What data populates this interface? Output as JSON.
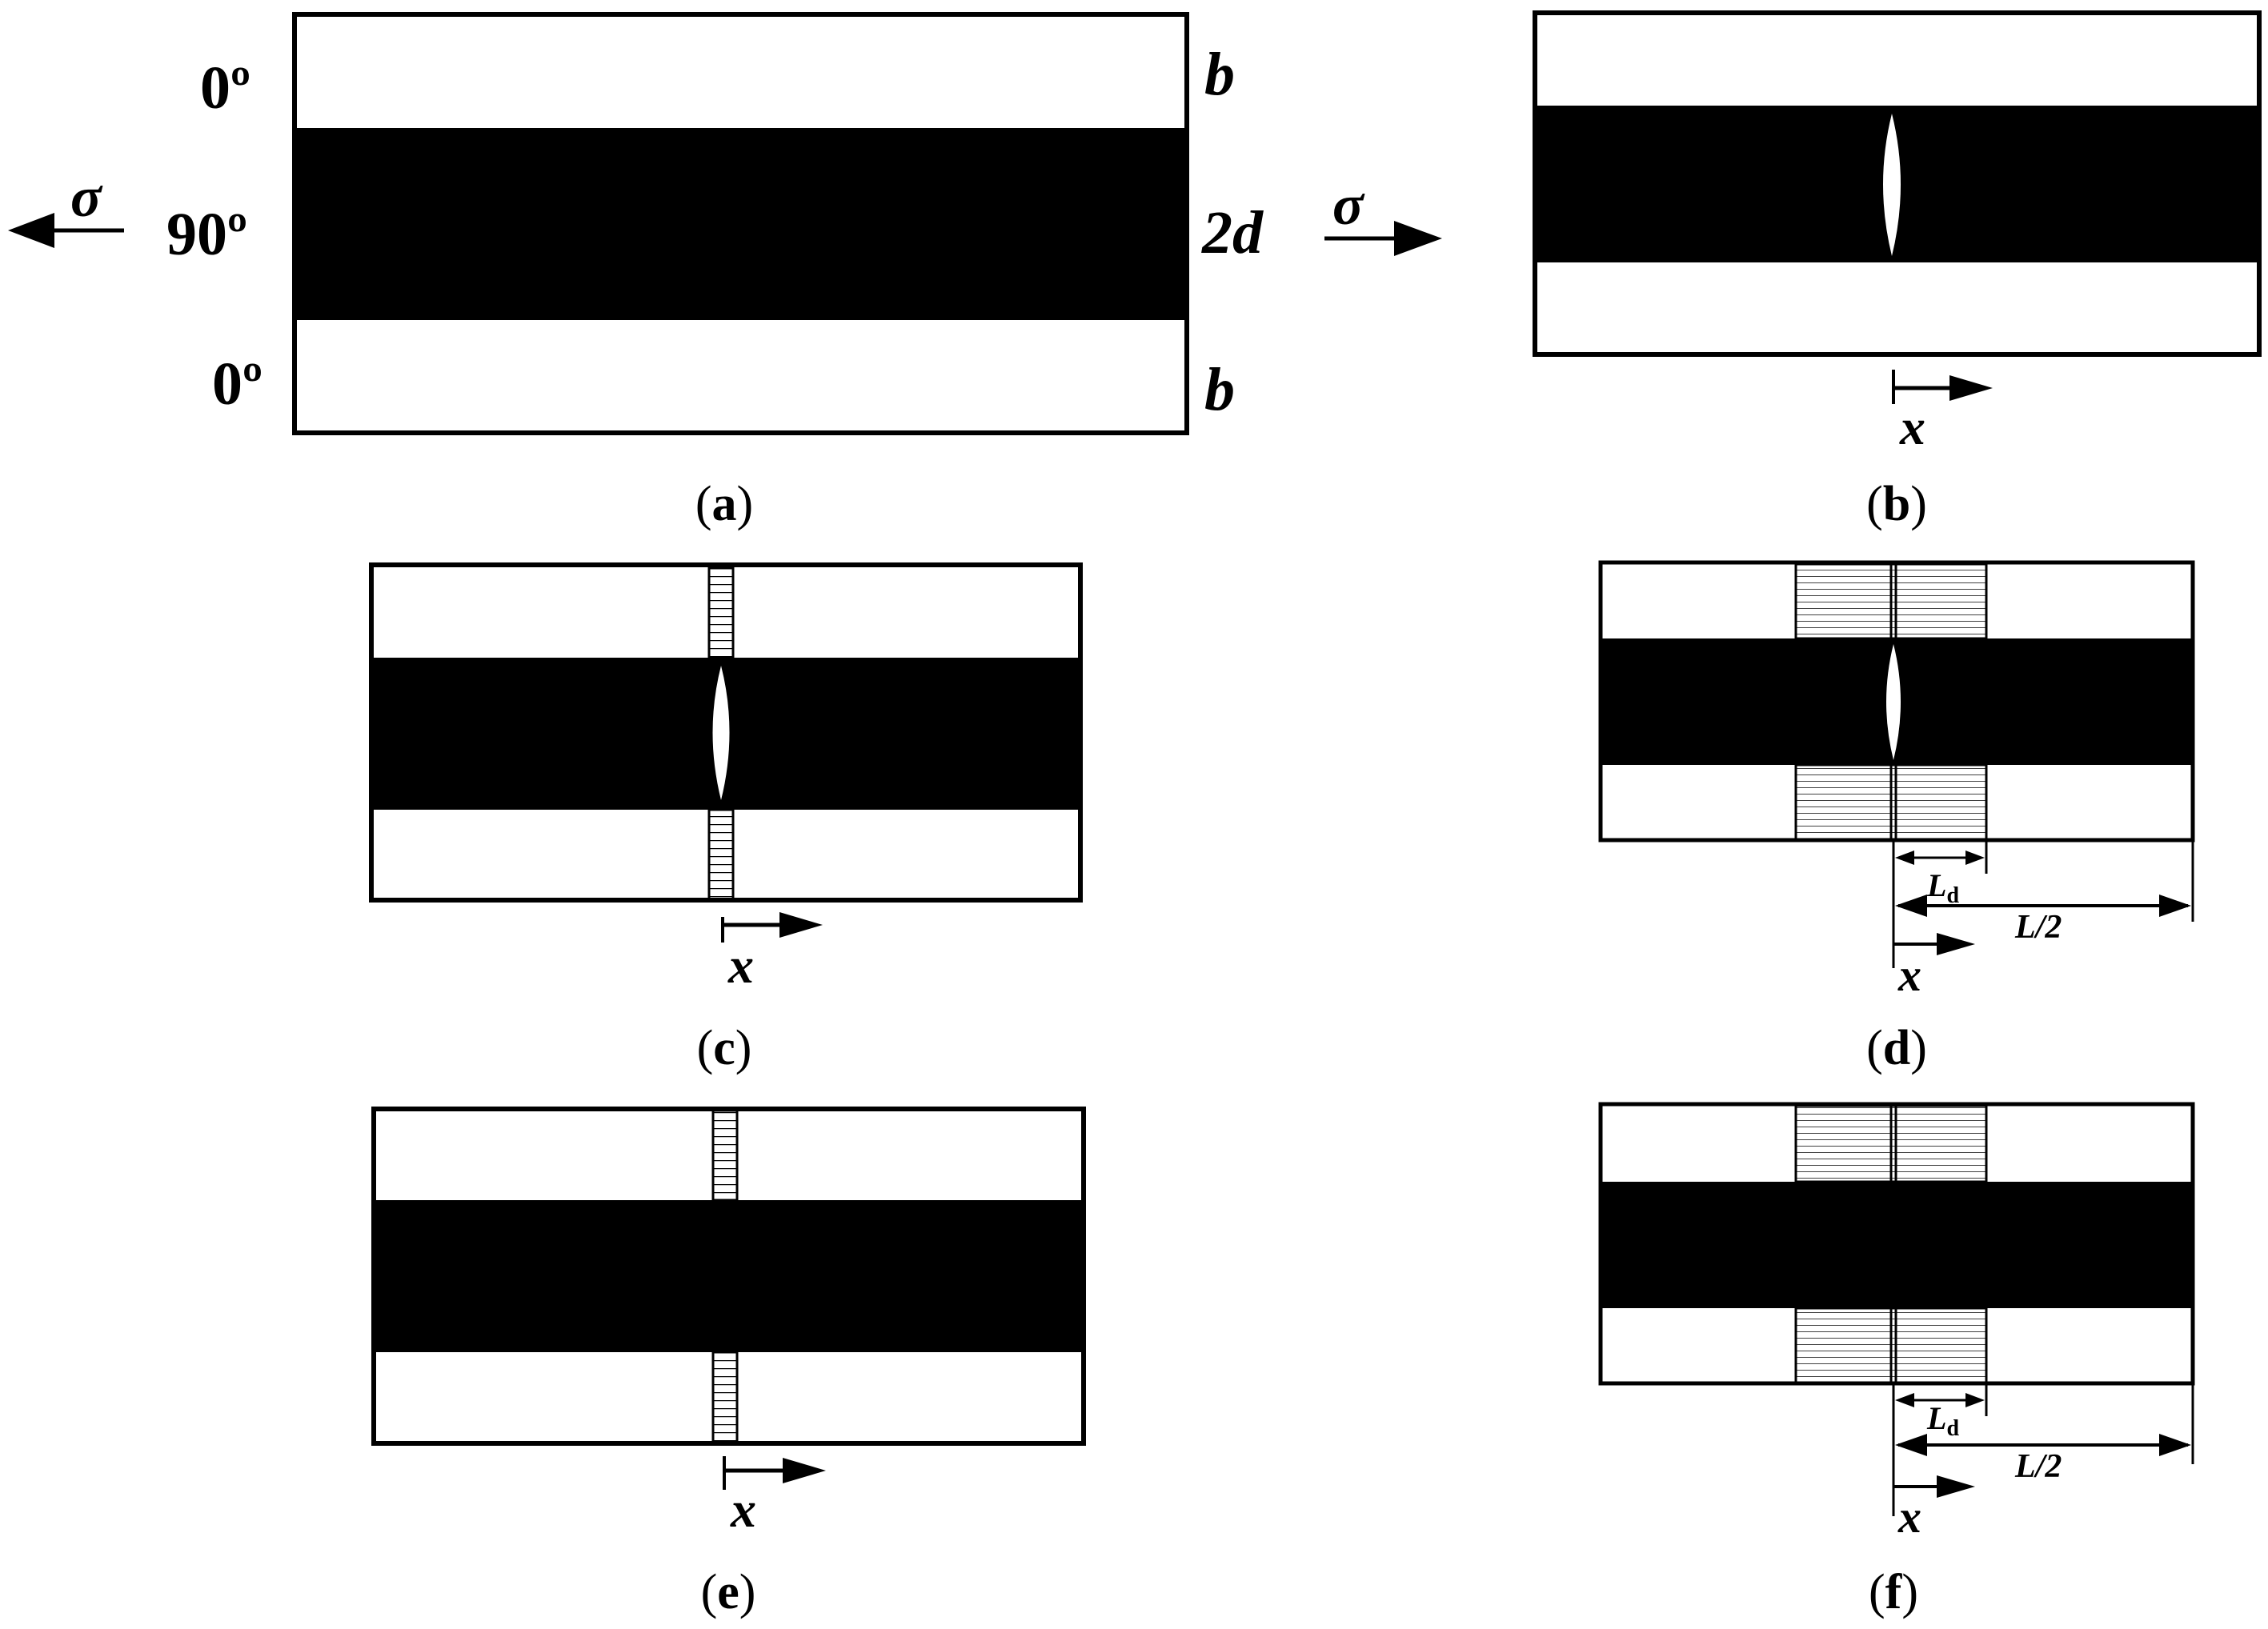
{
  "panel_a": {
    "ply_top": "0º",
    "ply_middle": "90º",
    "ply_bottom": "0º",
    "thickness_top": "b",
    "thickness_middle": "2d",
    "thickness_bottom": "b",
    "stress_left": "σ",
    "stress_right": "σ"
  },
  "labels": {
    "x": "x",
    "ld_main": "L",
    "ld_sub": "d",
    "half_length": "L/2"
  },
  "captions": [
    {
      "open": "(",
      "letter": "a",
      "close": ")"
    },
    {
      "open": "(",
      "letter": "b",
      "close": ")"
    },
    {
      "open": "(",
      "letter": "c",
      "close": ")"
    },
    {
      "open": "(",
      "letter": "d",
      "close": ")"
    },
    {
      "open": "(",
      "letter": "e",
      "close": ")"
    },
    {
      "open": "(",
      "letter": "f",
      "close": ")"
    }
  ],
  "colors": {
    "ply_90": "#000000",
    "ply_0": "#ffffff",
    "crack": "#ffffff"
  }
}
